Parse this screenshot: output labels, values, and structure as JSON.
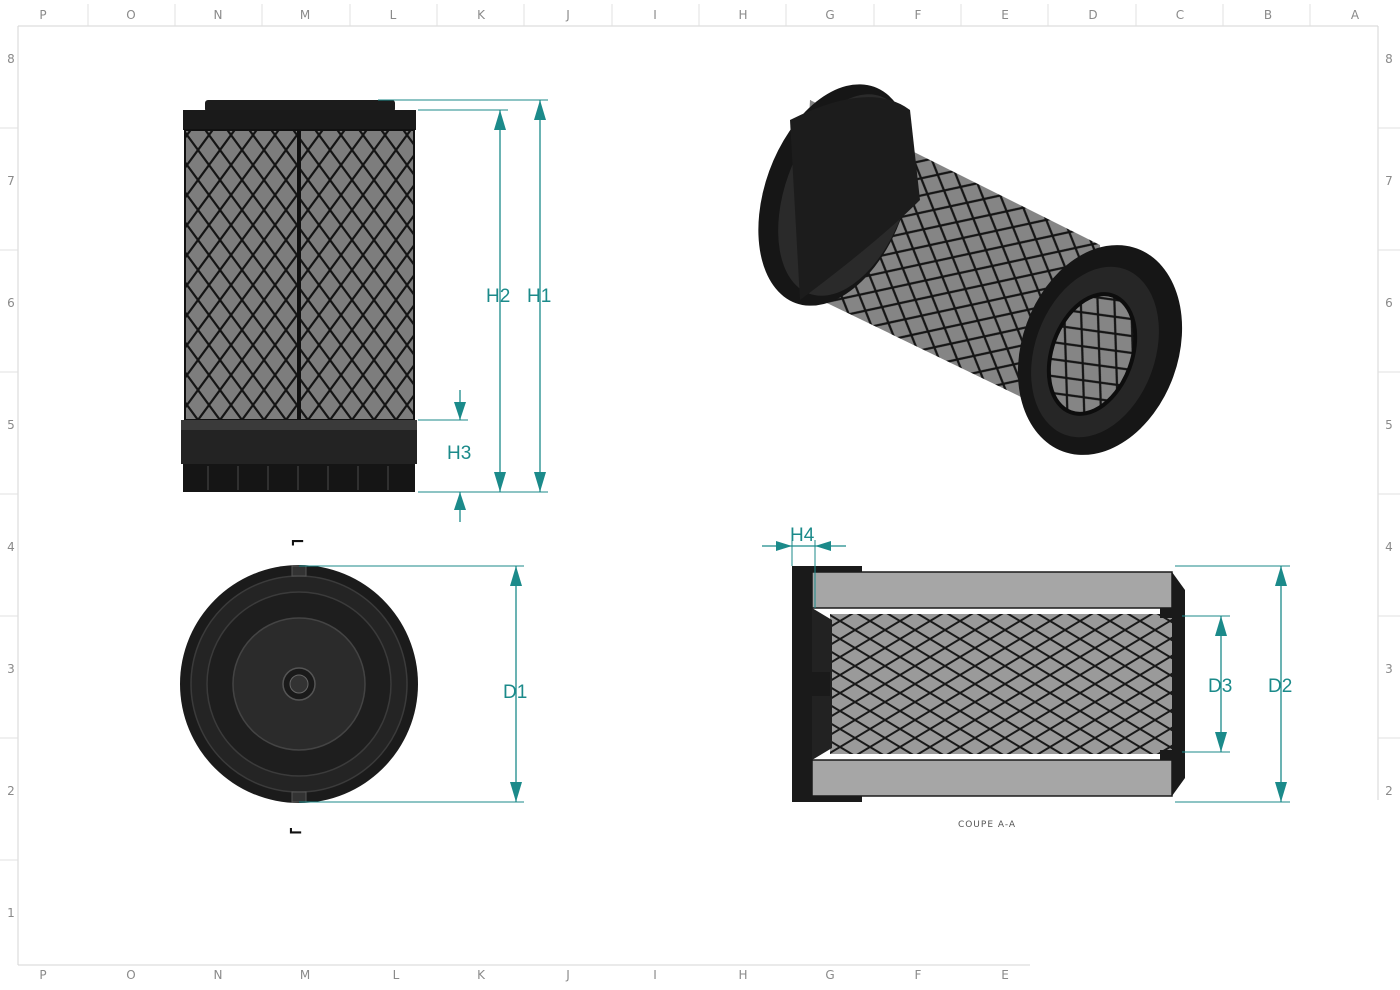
{
  "drawing": {
    "colors": {
      "dimension": "#1b8a8a",
      "body": "#1a1a1a",
      "mesh": "#2a2a2a",
      "frame": "#bdbdbd"
    },
    "zones": {
      "top": [
        "P",
        "O",
        "N",
        "M",
        "L",
        "K",
        "J",
        "I",
        "H",
        "G",
        "F",
        "E",
        "D",
        "C",
        "B",
        "A"
      ],
      "bottom": [
        "P",
        "O",
        "N",
        "M",
        "L",
        "K",
        "J",
        "I",
        "H",
        "G",
        "F",
        "E"
      ],
      "left": [
        "8",
        "7",
        "6",
        "5",
        "4",
        "3",
        "2",
        "1"
      ],
      "right": [
        "8",
        "7",
        "6",
        "5",
        "4",
        "3",
        "2"
      ]
    },
    "dimensions": {
      "h1": "H1",
      "h2": "H2",
      "h3": "H3",
      "h4": "H4",
      "d1": "D1",
      "d2": "D2",
      "d3": "D3"
    },
    "section_caption": "COUPE A-A"
  }
}
